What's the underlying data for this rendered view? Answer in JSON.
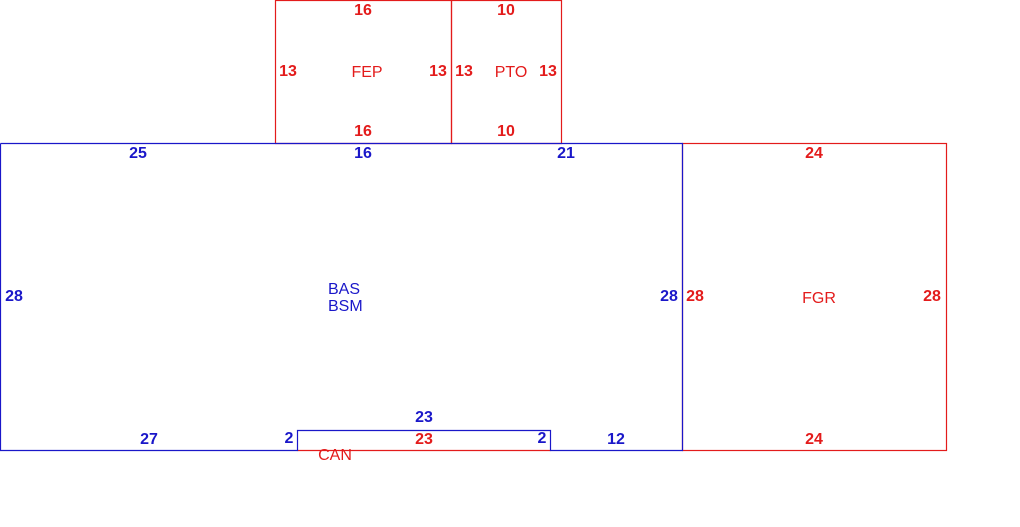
{
  "colors": {
    "red": "#e31b1b",
    "blue": "#1a17c9",
    "background": "#ffffff"
  },
  "areas": {
    "fep": {
      "code": "FEP",
      "color": "red",
      "top": "16",
      "bottom": "16",
      "left": "13",
      "right": "13"
    },
    "pto": {
      "code": "PTO",
      "color": "red",
      "top": "10",
      "bottom": "10",
      "left": "13",
      "right": "13"
    },
    "bas": {
      "codes": [
        "BAS",
        "BSM"
      ],
      "color": "blue",
      "top_left": "25",
      "top_mid": "16",
      "top_right": "21",
      "left": "28",
      "right": "28",
      "bottom_left": "27",
      "bottom_right": "12",
      "notch_top": "23",
      "notch_left": "2",
      "notch_right": "2"
    },
    "fgr": {
      "code": "FGR",
      "color": "red",
      "top": "24",
      "bottom": "24",
      "left": "28",
      "right": "28"
    },
    "can": {
      "code": "CAN",
      "color": "red",
      "length": "23"
    }
  }
}
